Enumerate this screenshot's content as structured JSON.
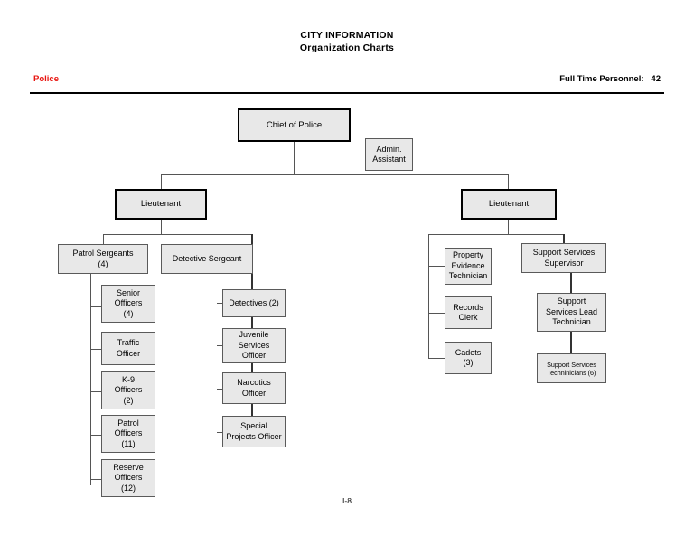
{
  "header": {
    "title_line1": "CITY INFORMATION",
    "title_line2": "Organization Charts",
    "department": "Police",
    "personnel_label": "Full Time Personnel:   42"
  },
  "footer": {
    "page_number": "I-8"
  },
  "colors": {
    "department_accent": "#e8140f",
    "node_fill": "#e8e8e8",
    "node_border": "#5a5a5a",
    "emphasis_border": "#000000",
    "connector": "#555555"
  },
  "chart_data": {
    "type": "diagram",
    "title": "Police Organization Chart",
    "nodes": [
      {
        "id": "chief",
        "label": "Chief of Police"
      },
      {
        "id": "admin",
        "label": "Admin.\nAssistant"
      },
      {
        "id": "lt-left",
        "label": "Lieutenant"
      },
      {
        "id": "lt-right",
        "label": "Lieutenant"
      },
      {
        "id": "patrol-sgts",
        "label": "Patrol Sergeants\n(4)"
      },
      {
        "id": "det-sgt",
        "label": "Detective Sergeant"
      },
      {
        "id": "senior-off",
        "label": "Senior\nOfficers\n(4)"
      },
      {
        "id": "traffic-off",
        "label": "Traffic\nOfficer"
      },
      {
        "id": "k9-off",
        "label": "K-9\nOfficers\n(2)"
      },
      {
        "id": "patrol-off",
        "label": "Patrol\nOfficers\n(11)"
      },
      {
        "id": "reserve-off",
        "label": "Reserve\nOfficers\n(12)"
      },
      {
        "id": "detectives",
        "label": "Detectives   (2)"
      },
      {
        "id": "juvenile",
        "label": "Juvenile\nServices\nOfficer"
      },
      {
        "id": "narcotics",
        "label": "Narcotics\nOfficer"
      },
      {
        "id": "special-proj",
        "label": "Special\nProjects Officer"
      },
      {
        "id": "property-evid",
        "label": "Property\nEvidence\nTechnician"
      },
      {
        "id": "records-clerk",
        "label": "Records\nClerk"
      },
      {
        "id": "cadets",
        "label": "Cadets\n(3)"
      },
      {
        "id": "supp-sup",
        "label": "Support Services\nSupervisor"
      },
      {
        "id": "supp-lead",
        "label": "Support\nServices Lead\nTechnician"
      },
      {
        "id": "supp-techs",
        "label": "Support Services\nTechninicians (6)"
      }
    ],
    "edges": [
      {
        "from": "chief",
        "to": "admin"
      },
      {
        "from": "chief",
        "to": "lt-left"
      },
      {
        "from": "chief",
        "to": "lt-right"
      },
      {
        "from": "lt-left",
        "to": "patrol-sgts"
      },
      {
        "from": "lt-left",
        "to": "det-sgt"
      },
      {
        "from": "patrol-sgts",
        "to": "senior-off"
      },
      {
        "from": "patrol-sgts",
        "to": "traffic-off"
      },
      {
        "from": "patrol-sgts",
        "to": "k9-off"
      },
      {
        "from": "patrol-sgts",
        "to": "patrol-off"
      },
      {
        "from": "patrol-sgts",
        "to": "reserve-off"
      },
      {
        "from": "det-sgt",
        "to": "detectives"
      },
      {
        "from": "det-sgt",
        "to": "juvenile"
      },
      {
        "from": "det-sgt",
        "to": "narcotics"
      },
      {
        "from": "det-sgt",
        "to": "special-proj"
      },
      {
        "from": "lt-right",
        "to": "property-evid"
      },
      {
        "from": "lt-right",
        "to": "records-clerk"
      },
      {
        "from": "lt-right",
        "to": "cadets"
      },
      {
        "from": "lt-right",
        "to": "supp-sup"
      },
      {
        "from": "supp-sup",
        "to": "supp-lead"
      },
      {
        "from": "supp-lead",
        "to": "supp-techs"
      }
    ]
  }
}
